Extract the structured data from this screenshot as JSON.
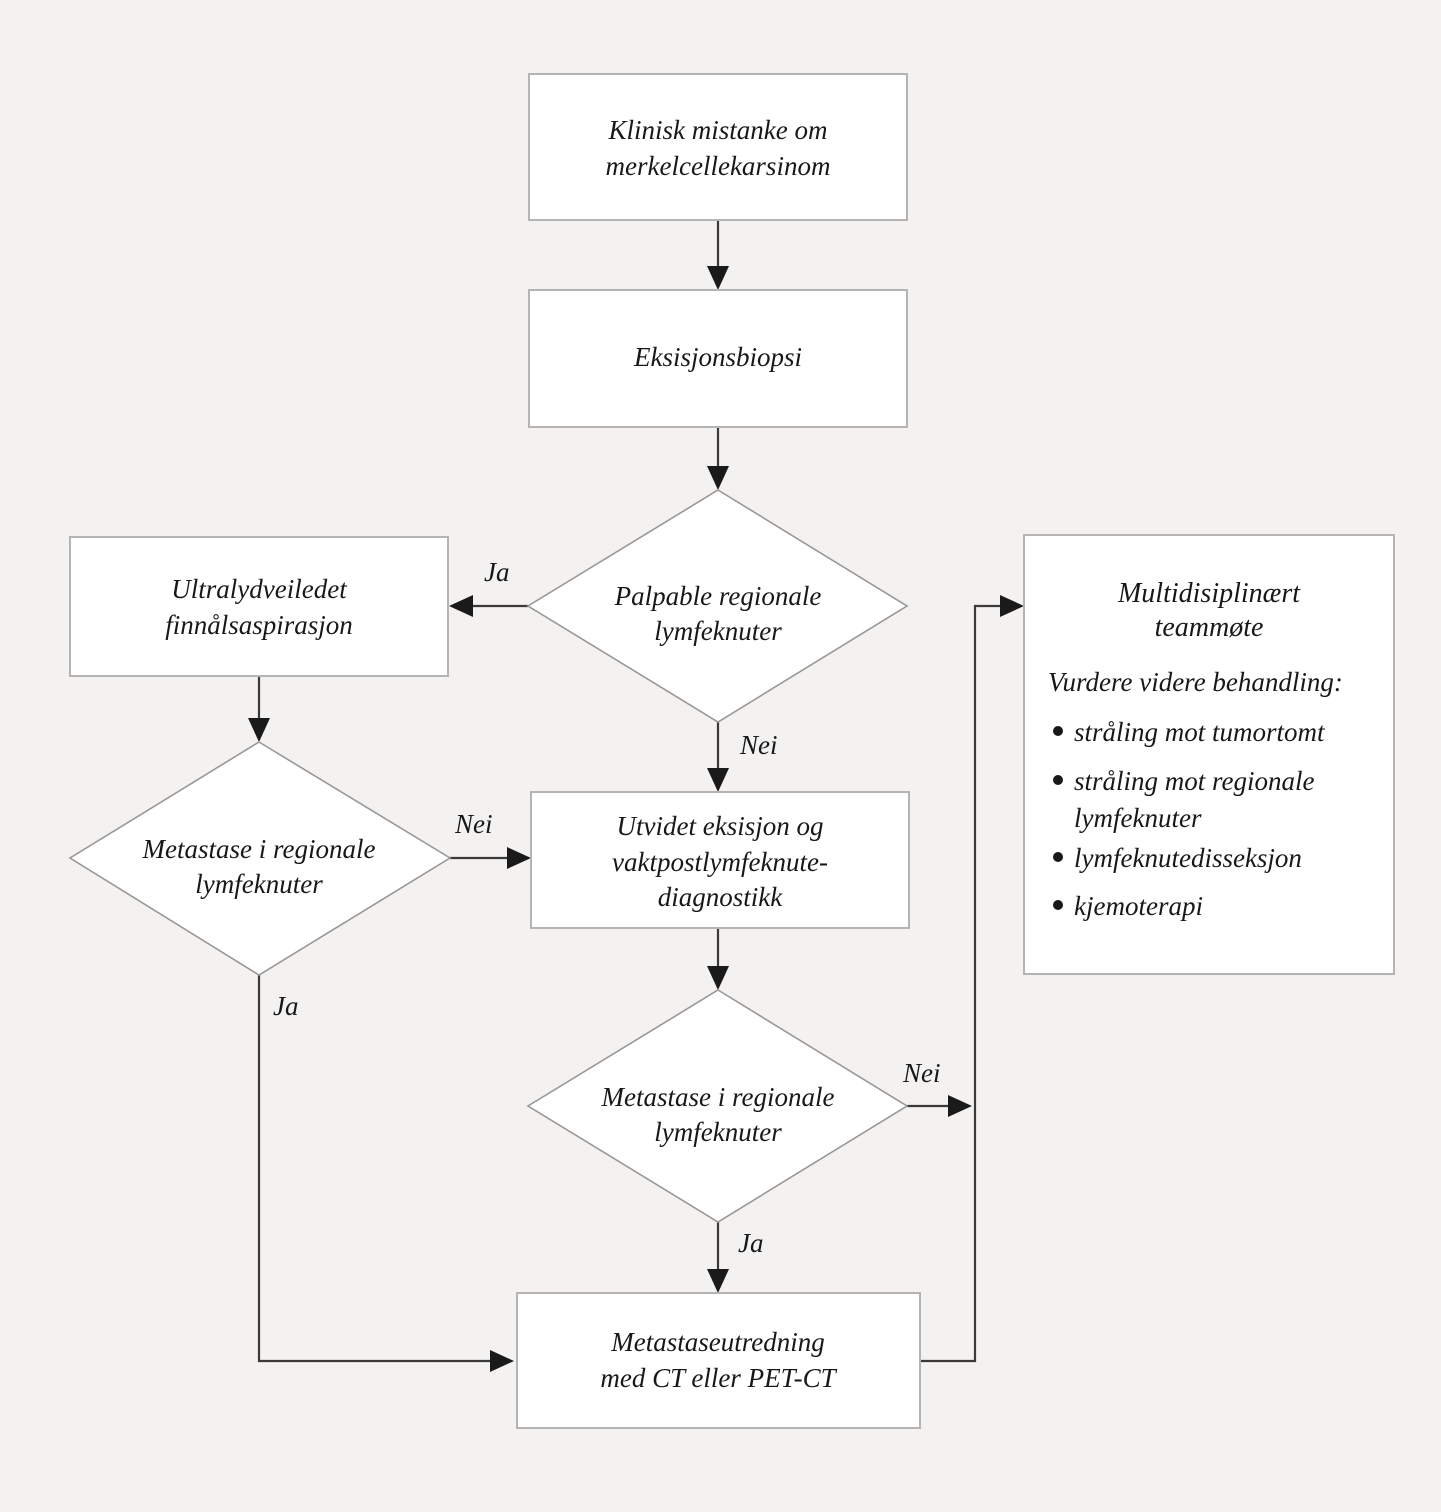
{
  "diagram": {
    "background_color": "#f4f2f0",
    "box_fill": "#ffffff",
    "box_stroke": "#b6b4b2",
    "diamond_stroke": "#9a9896",
    "line_color": "#3a3a3a",
    "text_color": "#16181a"
  },
  "nodes": {
    "clinical_suspicion": {
      "type": "process",
      "line1": "Klinisk mistanke om",
      "line2": "merkelcellekarsinom"
    },
    "excision_biopsy": {
      "type": "process",
      "line1": "Eksisjonsbiopsi"
    },
    "palpable_nodes": {
      "type": "decision",
      "line1": "Palpable regionale",
      "line2": "lymfeknuter"
    },
    "fna": {
      "type": "process",
      "line1": "Ultralydveiledet",
      "line2": "finnålsaspirasjon"
    },
    "metastasis_left": {
      "type": "decision",
      "line1": "Metastase i regionale",
      "line2": "lymfeknuter"
    },
    "wide_excision": {
      "type": "process",
      "line1": "Utvidet eksisjon og",
      "line2": "vaktpostlymfeknute-",
      "line3": "diagnostikk"
    },
    "metastasis_mid": {
      "type": "decision",
      "line1": "Metastase i regionale",
      "line2": "lymfeknuter"
    },
    "metastasis_workup": {
      "type": "process",
      "line1": "Metastaseutredning",
      "line2": "med CT eller PET-CT"
    },
    "mdt": {
      "type": "process",
      "title_line1": "Multidisiplinært",
      "title_line2": "teammøte",
      "subtitle": "Vurdere videre behandling:",
      "items": [
        {
          "line1": "stråling mot tumortomt"
        },
        {
          "line1": "stråling mot regionale",
          "line2": "lymfeknuter"
        },
        {
          "line1": "lymfeknutedisseksjon"
        },
        {
          "line1": "kjemoterapi"
        }
      ]
    }
  },
  "edge_labels": {
    "palpable_yes": "Ja",
    "palpable_no": "Nei",
    "metastasis_left_no": "Nei",
    "metastasis_left_yes": "Ja",
    "metastasis_mid_no": "Nei",
    "metastasis_mid_yes": "Ja"
  }
}
